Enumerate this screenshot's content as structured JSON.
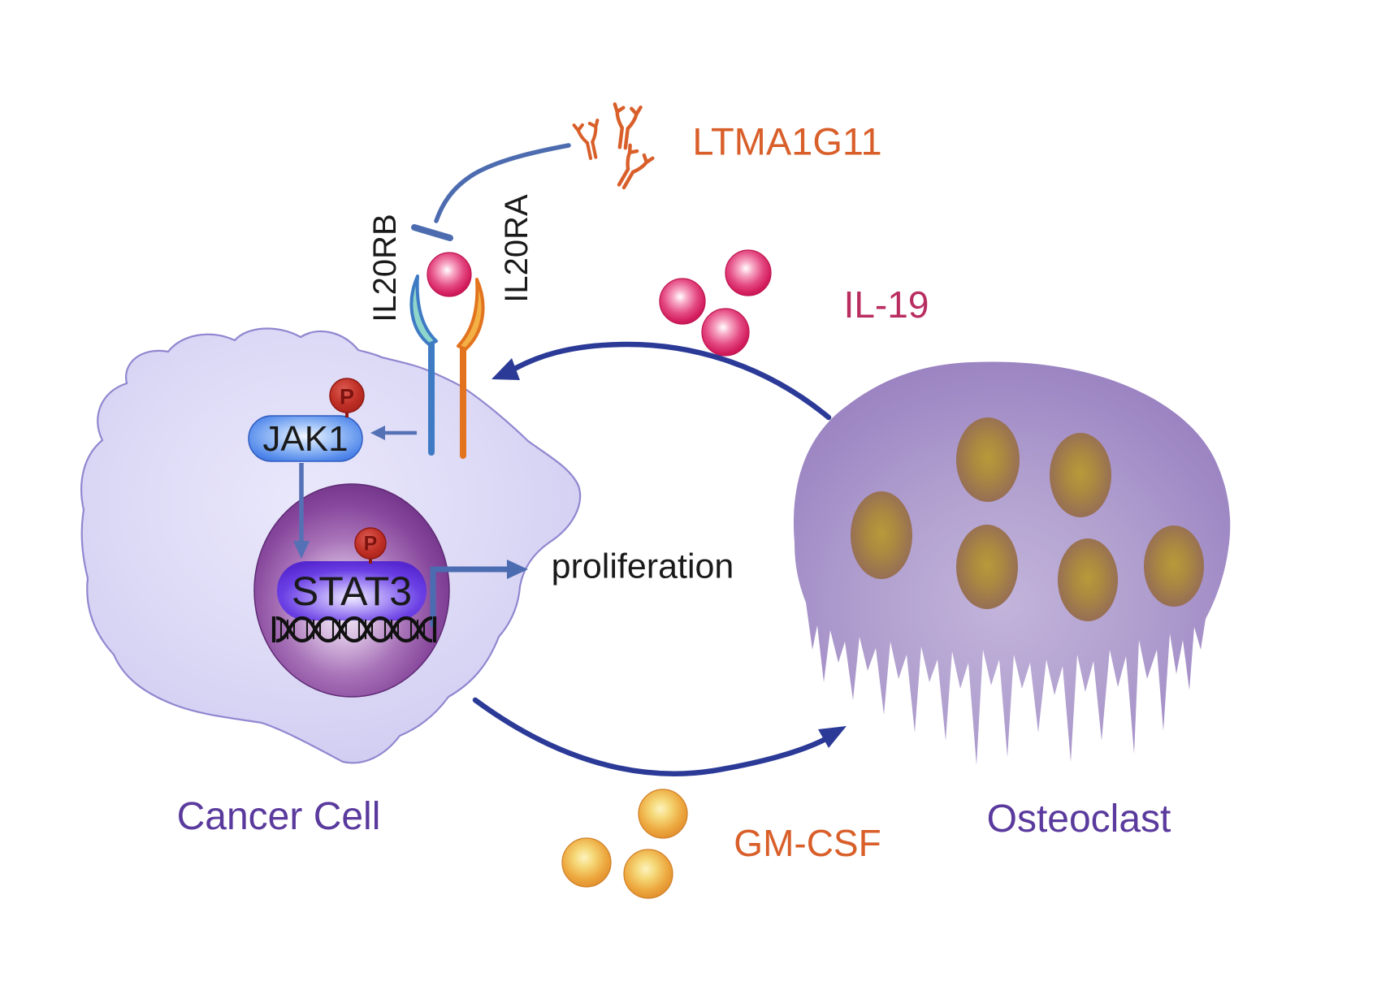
{
  "diagram": {
    "labels": {
      "antibody_drug": "LTMA1G11",
      "receptor_b": "IL20RB",
      "receptor_a": "IL20RA",
      "ligand": "IL-19",
      "kinase": "JAK1",
      "transcription_factor": "STAT3",
      "phospho": "P",
      "output": "proliferation",
      "cell_left": "Cancer Cell",
      "cytokine": "GM-CSF",
      "cell_right": "Osteoclast"
    },
    "colors": {
      "orange_text": "#d95f2a",
      "crimson_text": "#b92d61",
      "purple_text": "#5a3a9d",
      "black_text": "#1a1a1a",
      "arrow_navy": "#2b3a97",
      "arrow_slate": "#5571b6",
      "inhibitor_blue": "#4d6cb0",
      "receptor_b_stem": "#3f7bc4",
      "receptor_b_cup": "#8ed6cb",
      "receptor_a_stem": "#e2731f",
      "receptor_a_cup": "#f3b045",
      "phospho_red": "#c03026",
      "cancer_cell_fill": "#dcd9f6",
      "cancer_cell_edge": "#9087d0",
      "nucleus_purple": "#87479c",
      "stat3_pill": "#6a3fe4",
      "jak1_pill": "#4f86ea",
      "il19_sphere": "#d31d5d",
      "gmcsf_sphere": "#eda83f",
      "osteoclast_fill": "#a18bc6",
      "osteoclast_nucleus": "#9c764f"
    },
    "counts": {
      "antibody_icons": 3,
      "il19_molecules_free": 3,
      "il19_molecules_bound": 1,
      "gmcsf_molecules": 3,
      "osteoclast_nuclei": 6
    }
  }
}
